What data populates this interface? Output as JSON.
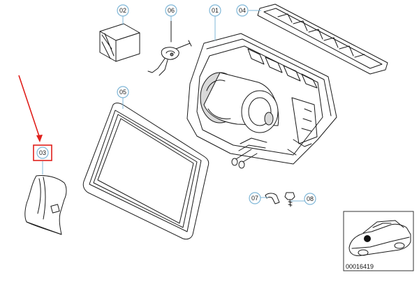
{
  "callouts": [
    {
      "id": "c01",
      "label": "01"
    },
    {
      "id": "c02",
      "label": "02"
    },
    {
      "id": "c03",
      "label": "03"
    },
    {
      "id": "c04",
      "label": "04"
    },
    {
      "id": "c05",
      "label": "05"
    },
    {
      "id": "c06",
      "label": "06"
    },
    {
      "id": "c07",
      "label": "07"
    },
    {
      "id": "c08",
      "label": "08"
    }
  ],
  "reference_number": "00016419",
  "colors": {
    "callout_circle": "#7fb7d8",
    "highlight": "#e0201c",
    "line": "#1a1a1a"
  },
  "highlighted_callout": "03",
  "icons": {
    "arrow": "red-arrow-icon",
    "car": "car-location-icon"
  }
}
